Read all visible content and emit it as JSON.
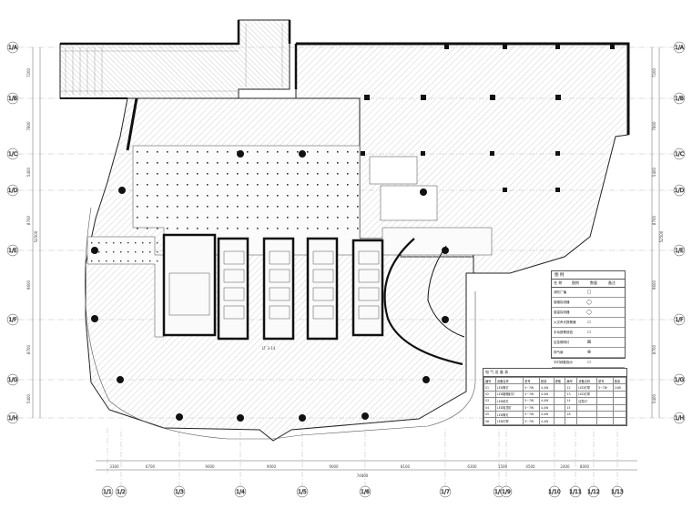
{
  "drawing": {
    "grid_rows": [
      "1/A",
      "1/B",
      "1/C",
      "1/D",
      "1/E",
      "1/F",
      "1/G",
      "1/H"
    ],
    "grid_cols": [
      "1/1",
      "1/2",
      "1/3",
      "1/4",
      "1/5",
      "1/6",
      "1/7",
      "1/8",
      "1/9",
      "1/10",
      "1/11",
      "1/12",
      "1/13"
    ],
    "dims_left": [
      "7200",
      "7800",
      "5400",
      "8700",
      "9600",
      "8700",
      "5400"
    ],
    "dims_total_left": "52500",
    "dims_bottom": [
      "3300",
      "6700",
      "9000",
      "9000",
      "9000",
      "8100",
      "6300",
      "1500",
      "4500",
      "2400",
      "8000"
    ],
    "dims_total_bottom": "74800",
    "stair_label": "LT\n3-14"
  },
  "legend": {
    "title": "图 例",
    "headers": [
      "名 称",
      "图例",
      "数量",
      "备注"
    ],
    "items": [
      {
        "label": "消防广播",
        "symbol": "▢"
      },
      {
        "label": "感烟探测器",
        "symbol": "◯"
      },
      {
        "label": "感温探测器",
        "symbol": "◯"
      },
      {
        "label": "火灾声光报警器",
        "symbol": "▭"
      },
      {
        "label": "手动报警按钮",
        "symbol": "▭"
      },
      {
        "label": "应急照明灯",
        "symbol": "⊠"
      },
      {
        "label": "排气扇",
        "symbol": "⊗"
      },
      {
        "label": "平时疏散指示",
        "symbol": "▭"
      }
    ]
  },
  "equipment_table": {
    "title": "电 气 设 备 表",
    "headers": [
      "编号",
      "设备名称",
      "型号",
      "数量",
      "规格",
      "编号",
      "设备名称",
      "型号",
      "数量"
    ],
    "rows": [
      [
        "01",
        "LED筒灯",
        "5~7W",
        "4.4W",
        "",
        "12",
        "LED灯带",
        "5~7W",
        "24W"
      ],
      [
        "02",
        "LED格栅射灯",
        "5~7W",
        "4.4W",
        "",
        "13",
        "LED灯带",
        "",
        ""
      ],
      [
        "03",
        "LED射灯",
        "5~7W",
        "4.4W",
        "",
        "14",
        "应急灯",
        "",
        ""
      ],
      [
        "04",
        "LED吸顶灯",
        "5~7W",
        "4.4W",
        "",
        "15",
        "",
        "",
        ""
      ],
      [
        "05",
        "LED筒灯",
        "5~7W",
        "4.4W",
        "",
        "16",
        "",
        "",
        ""
      ],
      [
        "06",
        "LED灯带",
        "5~7W",
        "4.4W",
        "",
        "",
        "",
        "",
        ""
      ]
    ]
  }
}
